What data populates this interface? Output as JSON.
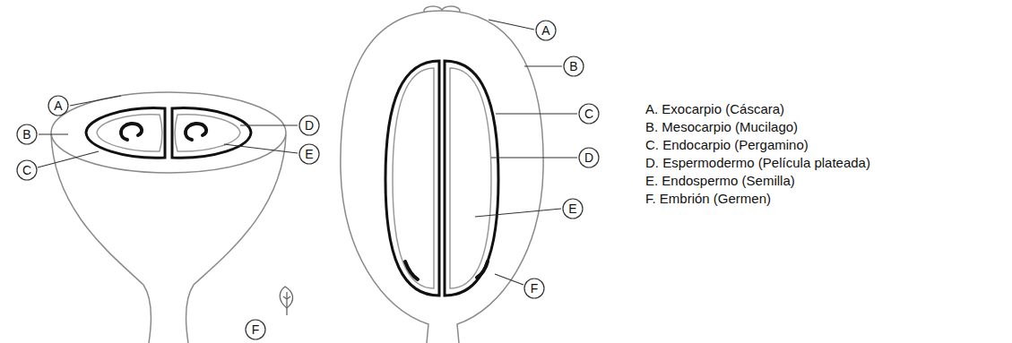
{
  "diagram": {
    "nodes": [
      {
        "text": [
          "A"
        ]
      },
      {
        "text": [
          "B"
        ]
      },
      {
        "text": [
          "C"
        ]
      },
      {
        "text": [
          "D"
        ]
      },
      {
        "text": [
          "E"
        ]
      },
      {
        "text": [
          "A"
        ]
      },
      {
        "text": [
          "B"
        ]
      },
      {
        "text": [
          "C"
        ]
      },
      {
        "text": [
          "D"
        ]
      },
      {
        "text": [
          "E"
        ]
      },
      {
        "text": [
          "F"
        ]
      },
      {
        "text": [
          "F"
        ]
      }
    ],
    "labels": [
      "A. Exocarpio (Cáscara)",
      "B. Mesocarpio (Mucilago)",
      "C. Endocarpio (Pergamino)",
      "D. Espermodermo (Película plateada)",
      "E. Endospermo (Semilla)",
      "F. Embrión (Germen)"
    ]
  }
}
